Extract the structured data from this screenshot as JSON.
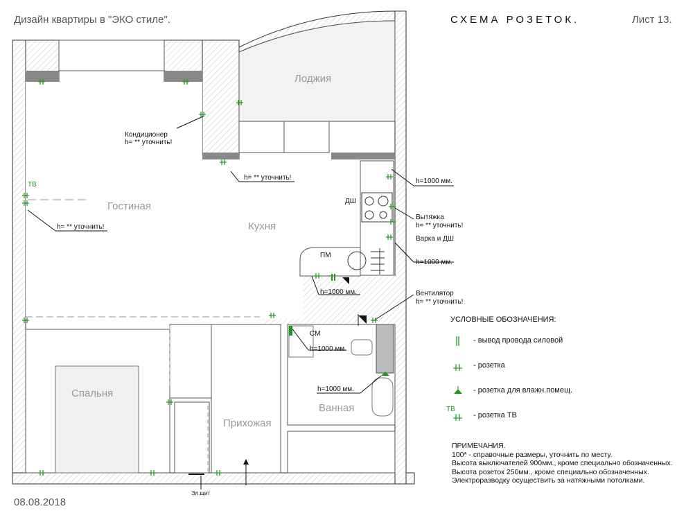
{
  "header": {
    "title_left": "Дизайн квартиры в \"ЭКО стиле\".",
    "title_center": "СХЕМА РОЗЕТОК.",
    "sheet": "Лист 13."
  },
  "date": "08.08.2018",
  "rooms": {
    "loggia": "Лоджия",
    "living": "Гостиная",
    "kitchen": "Кухня",
    "bedroom": "Спальня",
    "hallway": "Прихожая",
    "bathroom": "Ванная"
  },
  "annotations": {
    "ac": "Кондиционер",
    "ac_h": "h= ** уточнить!",
    "window_h": "h= ** уточнить!",
    "tv": "ТВ",
    "tv_h": "h= ** уточнить!",
    "dw": "ДШ",
    "h1000_top": "h=1000 мм.",
    "hood": "Вытяжка",
    "hood_h": "h= ** уточнить!",
    "hob_dw": "Варка и ДШ",
    "h1000_mid": "h=1000 мм.",
    "pm": "ПМ",
    "h1000_bottom": "h=1000 мм.",
    "fan": "Вентилятор",
    "fan_h": "h= ** уточнить!",
    "wm": "СМ",
    "wm_h": "h=1000 мм.",
    "bath_h": "h=1000 мм.",
    "panel": "Эл.щит"
  },
  "legend": {
    "title": "УСЛОВНЫЕ ОБОЗНАЧЕНИЯ:",
    "items": [
      {
        "icon": "power-wire-icon",
        "label": "- вывод провода силовой"
      },
      {
        "icon": "socket-icon",
        "label": "- розетка"
      },
      {
        "icon": "wet-socket-icon",
        "label": "- розетка для влажн.помещ."
      },
      {
        "icon": "tv-socket-icon",
        "symbol": "ТВ",
        "label": "- розетка ТВ"
      }
    ]
  },
  "notes": {
    "title": "ПРИМЕЧАНИЯ.",
    "lines": [
      "100* - справочные размеры, уточнить по месту.",
      "Высота выключателей 900мм., кроме специально обозначенных.",
      "Высота розеток 250мм., кроме специально обозначенных.",
      "Электроразводку осуществить за натяжными потолками."
    ]
  },
  "colors": {
    "socket": "#1a9a1a",
    "wall_hatch": "#bbbbbb",
    "text": "#111111"
  }
}
